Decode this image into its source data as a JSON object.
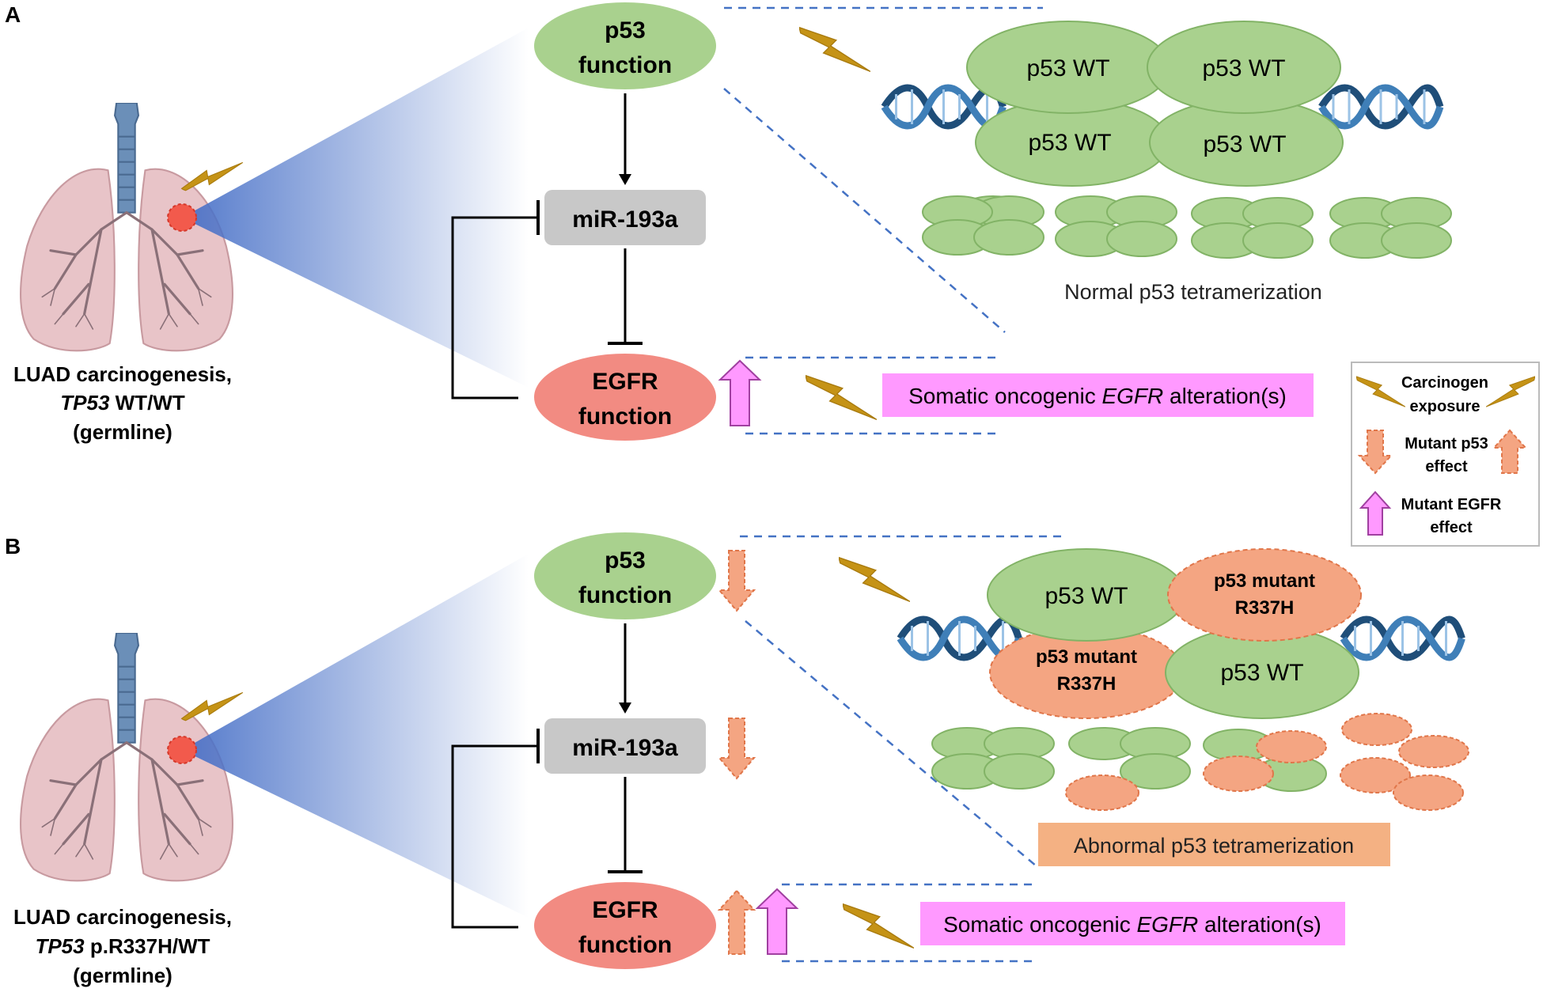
{
  "colors": {
    "green_fill": "#a9d18e",
    "green_stroke": "#82b366",
    "salmon_fill": "#f4a582",
    "salmon_stroke": "#e0764a",
    "egfr_fill": "#f28b82",
    "mir_fill": "#c8c8c8",
    "magenta": "#ff99ff",
    "dna": "#1f4e79",
    "bolt": "#c59316",
    "lung": "#e8c4c8",
    "cone_blue": "#4a72c8"
  },
  "panel_a": {
    "letter": "A",
    "p53_line1": "p53",
    "p53_line2": "function",
    "mir_label": "miR-193a",
    "egfr_line1": "EGFR",
    "egfr_line2": "function",
    "tetramer": {
      "top_left": "p53 WT",
      "top_right": "p53 WT",
      "bottom_left": "p53 WT",
      "bottom_right": "p53 WT"
    },
    "tetramer_caption": "Normal p53 tetramerization",
    "somatic_pre": "Somatic oncogenic ",
    "somatic_em": "EGFR",
    "somatic_post": " alteration(s)",
    "lung_line1": "LUAD carcinogenesis,",
    "lung_line2_em": "TP53",
    "lung_line2_rest": " WT/WT",
    "lung_line3": "(germline)"
  },
  "panel_b": {
    "letter": "B",
    "p53_line1": "p53",
    "p53_line2": "function",
    "mir_label": "miR-193a",
    "egfr_line1": "EGFR",
    "egfr_line2": "function",
    "tetramer": {
      "top_left": "p53 WT",
      "top_right_line1": "p53 mutant",
      "top_right_line2": "R337H",
      "bottom_left_line1": "p53 mutant",
      "bottom_left_line2": "R337H",
      "bottom_right": "p53 WT"
    },
    "tetramer_caption": "Abnormal p53 tetramerization",
    "somatic_pre": "Somatic oncogenic ",
    "somatic_em": "EGFR",
    "somatic_post": " alteration(s)",
    "lung_line1": "LUAD carcinogenesis,",
    "lung_line2_em": "TP53",
    "lung_line2_rest": " p.R337H/WT",
    "lung_line3": "(germline)"
  },
  "legend": {
    "carcinogen_line1": "Carcinogen",
    "carcinogen_line2": "exposure",
    "mutant_p53_line1": "Mutant p53",
    "mutant_p53_line2": "effect",
    "mutant_egfr_line1": "Mutant EGFR",
    "mutant_egfr_line2": "effect"
  }
}
